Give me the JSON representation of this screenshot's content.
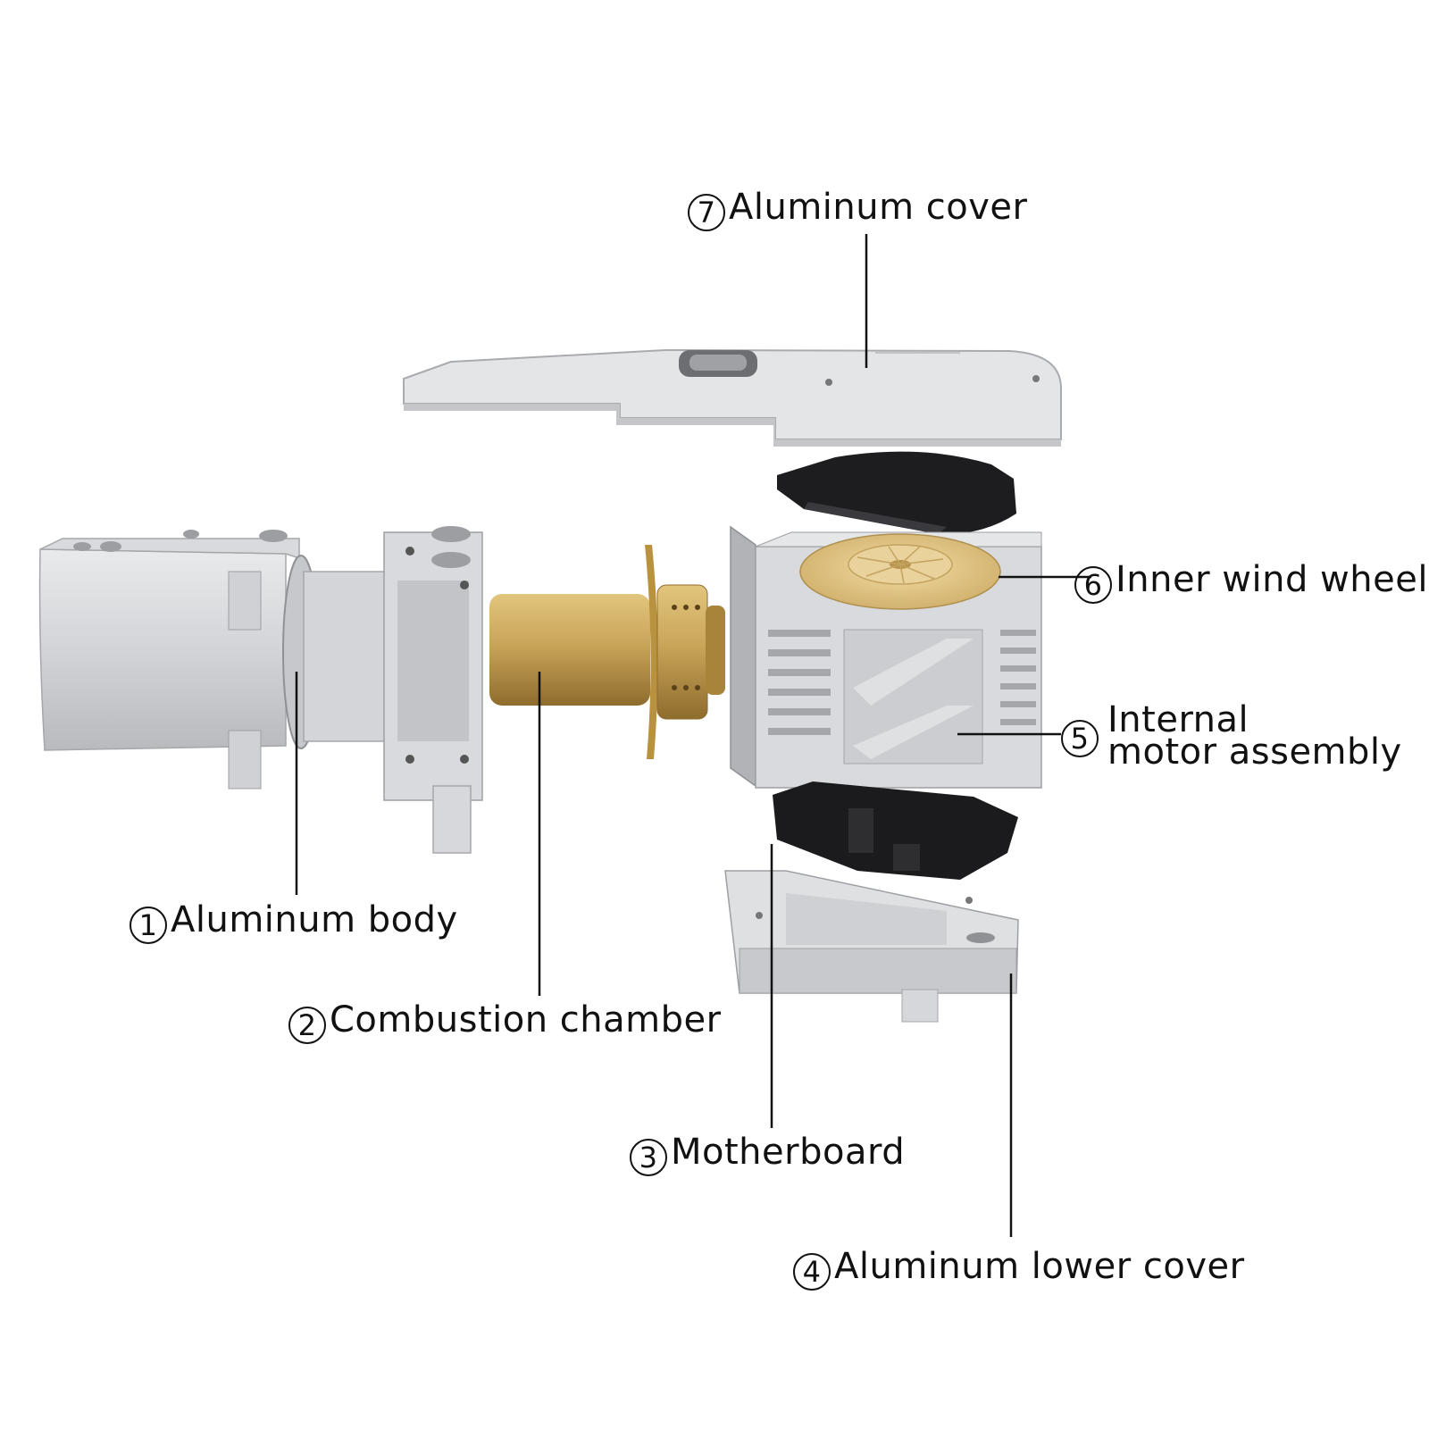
{
  "callouts": [
    {
      "id": "1",
      "marker": "1",
      "label": "Aluminum body"
    },
    {
      "id": "2",
      "marker": "2",
      "label": "Combustion chamber"
    },
    {
      "id": "3",
      "marker": "3",
      "label": "Motherboard"
    },
    {
      "id": "4",
      "marker": "4",
      "label": "Aluminum lower cover"
    },
    {
      "id": "5",
      "marker": "5",
      "label_line1": "Internal",
      "label_line2": "motor assembly"
    },
    {
      "id": "6",
      "marker": "6",
      "label": "Inner wind wheel"
    },
    {
      "id": "7",
      "marker": "7",
      "label": "Aluminum cover"
    }
  ],
  "colors": {
    "aluminum": "#dcdde0",
    "aluminum_shadow": "#b9bbbf",
    "brass": "#c9a55a",
    "brass_dark": "#9c7a34",
    "black_part": "#1c1c1e",
    "wheel": "#e6c98a",
    "leader_line": "#111111"
  }
}
